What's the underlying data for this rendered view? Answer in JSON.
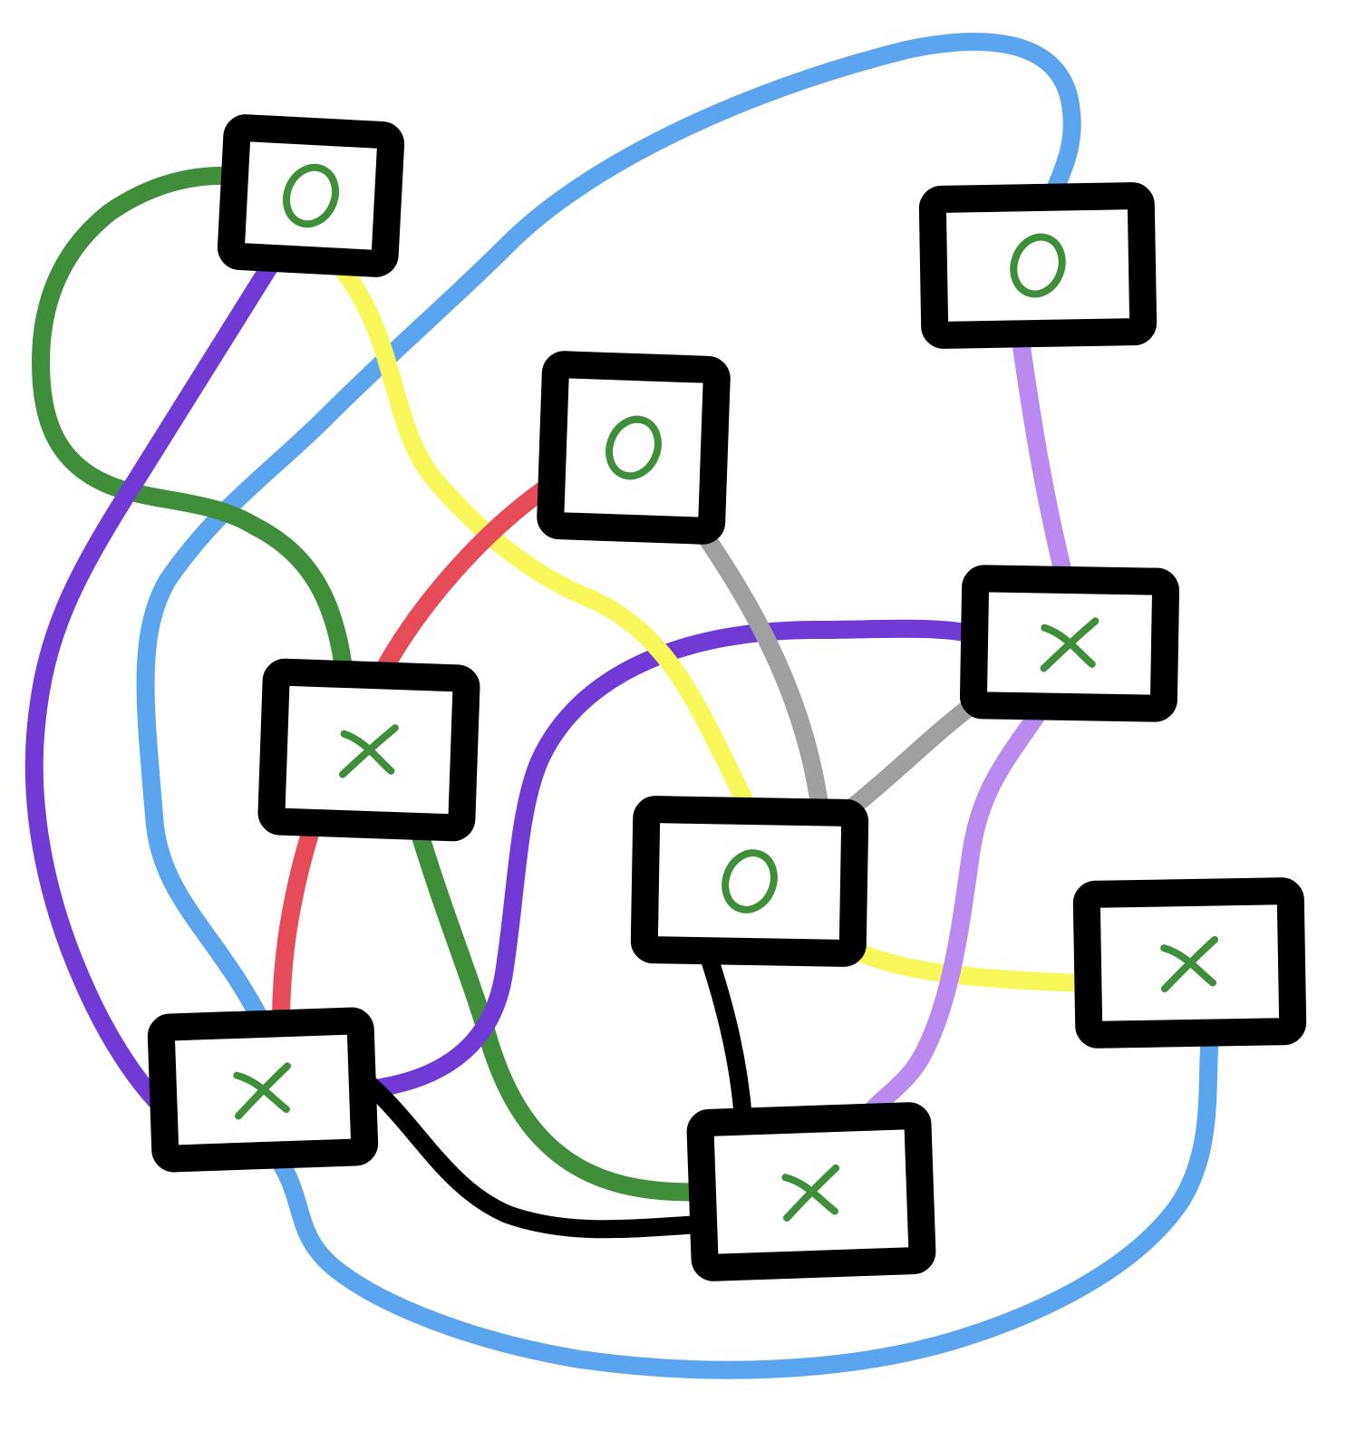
{
  "colors": {
    "background": "#ffffff",
    "node_border": "#000000",
    "node_fill": "#ffffff",
    "mark": "#3e8e3a"
  },
  "nodes": [
    {
      "id": "n1",
      "mark": "o"
    },
    {
      "id": "n2",
      "mark": "o"
    },
    {
      "id": "n3",
      "mark": "o"
    },
    {
      "id": "n4",
      "mark": "x"
    },
    {
      "id": "n5",
      "mark": "x"
    },
    {
      "id": "n6",
      "mark": "o"
    },
    {
      "id": "n7",
      "mark": "x"
    },
    {
      "id": "n8",
      "mark": "x"
    },
    {
      "id": "n9",
      "mark": "x"
    }
  ],
  "edges": [
    {
      "id": "e-blue-a",
      "color": "#5ba5ef",
      "from": "n8",
      "to": "n2"
    },
    {
      "id": "e-blue-b",
      "color": "#5ba5ef",
      "from": "n8",
      "to": "n7"
    },
    {
      "id": "e-green-a",
      "color": "#3e8e3a",
      "from": "n1",
      "to": "n5"
    },
    {
      "id": "e-green-b",
      "color": "#3e8e3a",
      "from": "n5",
      "to": "n9"
    },
    {
      "id": "e-purple-a",
      "color": "#6f3bd4",
      "from": "n1",
      "to": "n8"
    },
    {
      "id": "e-purple-b",
      "color": "#6f3bd4",
      "from": "n8",
      "to": "n4"
    },
    {
      "id": "e-yellow-a",
      "color": "#f8f85a",
      "from": "n1",
      "to": "n6"
    },
    {
      "id": "e-yellow-b",
      "color": "#f8f85a",
      "from": "n6",
      "to": "n7"
    },
    {
      "id": "e-red-a",
      "color": "#e64b5a",
      "from": "n3",
      "to": "n5"
    },
    {
      "id": "e-red-b",
      "color": "#e64b5a",
      "from": "n5",
      "to": "n8"
    },
    {
      "id": "e-gray-a",
      "color": "#a0a0a0",
      "from": "n3",
      "to": "n6"
    },
    {
      "id": "e-gray-b",
      "color": "#a0a0a0",
      "from": "n4",
      "to": "n6"
    },
    {
      "id": "e-lilac-a",
      "color": "#b98af0",
      "from": "n2",
      "to": "n4"
    },
    {
      "id": "e-lilac-b",
      "color": "#b98af0",
      "from": "n4",
      "to": "n9"
    },
    {
      "id": "e-black-a",
      "color": "#000000",
      "from": "n6",
      "to": "n9"
    },
    {
      "id": "e-black-b",
      "color": "#000000",
      "from": "n8",
      "to": "n9"
    }
  ]
}
